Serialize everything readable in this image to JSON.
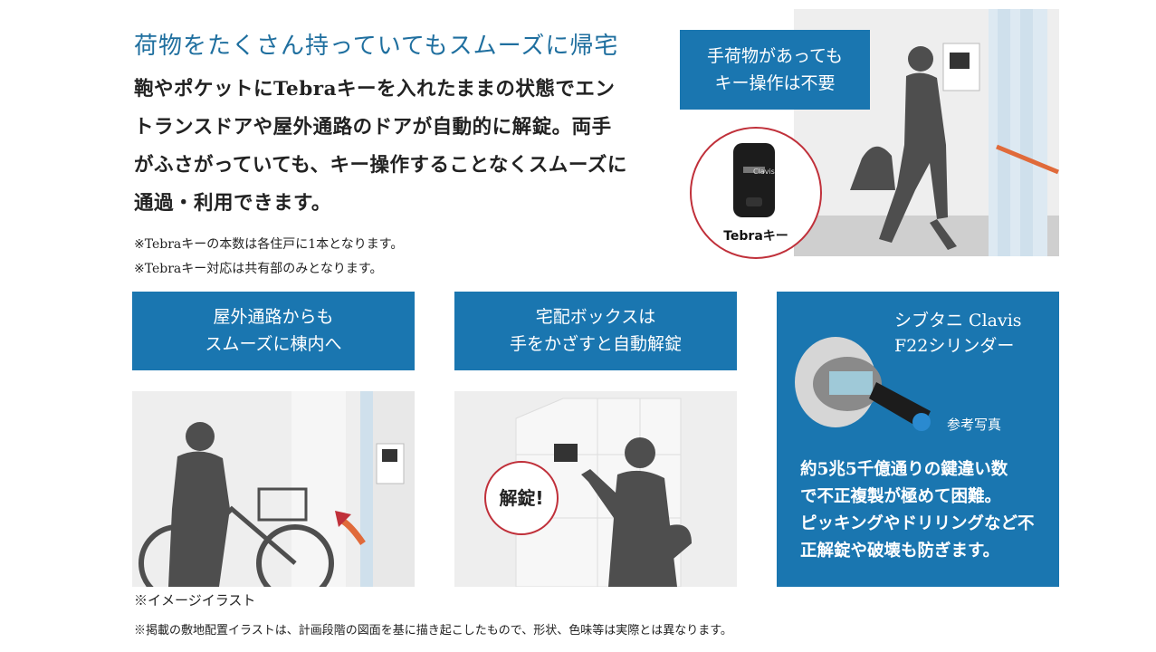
{
  "headline": "荷物をたくさん持っていてもスムーズに帰宅",
  "body_lines": [
    "鞄やポケットにTebraキーを入れたままの状態でエン",
    "トランスドアや屋外通路のドアが自動的に解錠。両手",
    "がふさがっていても、キー操作することなくスムーズに",
    "通過・利用できます。"
  ],
  "notes": [
    "※Tebraキーの本数は各住戸に1本となります。",
    "※Tebraキー対応は共有部のみとなります。"
  ],
  "top_right": {
    "caption_lines": [
      "手荷物があっても",
      "キー操作は不要"
    ],
    "key_label": "Tebraキー",
    "key_brand": "Clavis"
  },
  "panel_outdoor": {
    "caption_lines": [
      "屋外通路からも",
      "スムーズに棟内へ"
    ]
  },
  "panel_delivery": {
    "caption_lines": [
      "宅配ボックスは",
      "手をかざすと自動解錠"
    ],
    "bubble": "解錠!"
  },
  "panel_cylinder": {
    "title_lines": [
      "シブタニ Clavis",
      "F22シリンダー"
    ],
    "photo_note": "参考写真",
    "desc_lines": [
      "約5兆5千億通りの鍵違い数",
      "で不正複製が極めて困難。",
      "ピッキングやドリリングなど不",
      "正解錠や破壊も防ぎます。"
    ]
  },
  "image_note": "※イメージイラスト",
  "footer": "※掲載の敷地配置イラストは、計画段階の図面を基に描き起こしたもので、形状、色味等は実際とは異なります。",
  "colors": {
    "accent_blue": "#1a76b0",
    "headline_blue": "#1f6f9f",
    "accent_red": "#c0303a",
    "silhouette": "#4e4e4e"
  }
}
